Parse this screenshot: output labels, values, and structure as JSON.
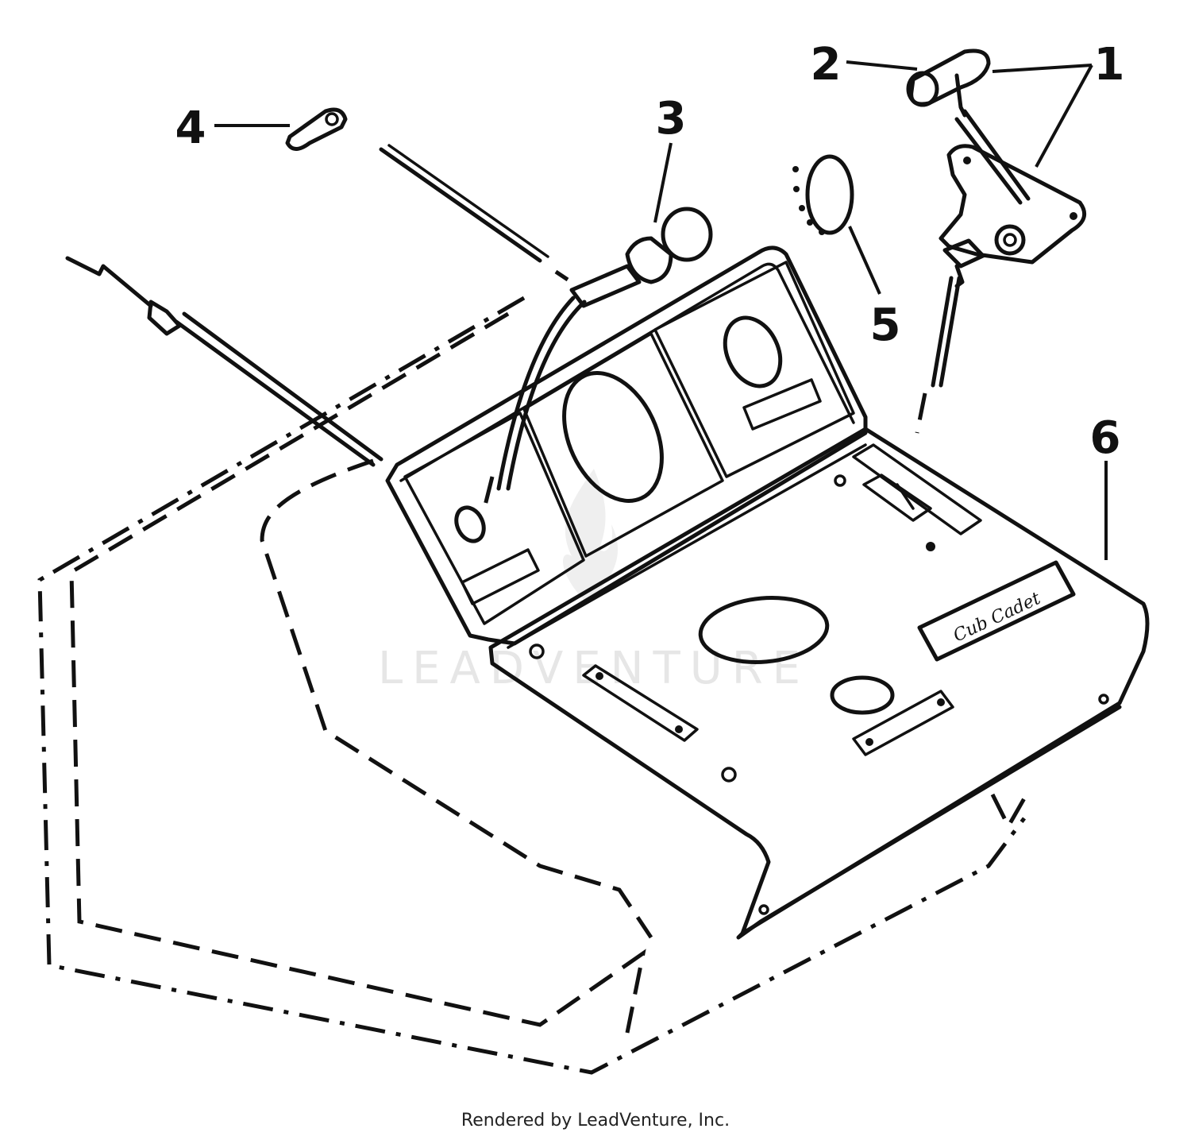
{
  "diagram": {
    "callouts": [
      {
        "id": "1",
        "label": "1"
      },
      {
        "id": "2",
        "label": "2"
      },
      {
        "id": "3",
        "label": "3"
      },
      {
        "id": "4",
        "label": "4"
      },
      {
        "id": "5",
        "label": "5"
      },
      {
        "id": "6",
        "label": "6"
      }
    ],
    "watermark": "LEADVENTURE",
    "decal_text": "Cub Cadet"
  },
  "footer": {
    "text": "Rendered by LeadVenture, Inc."
  }
}
